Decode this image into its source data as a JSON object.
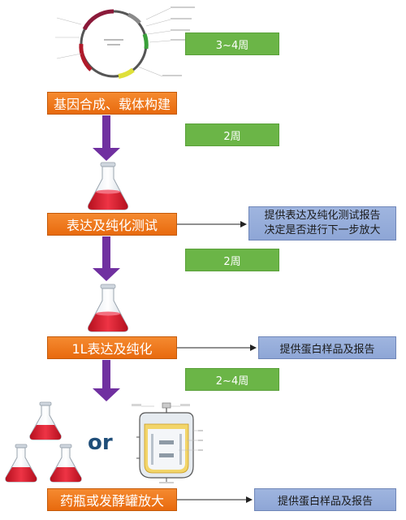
{
  "steps": {
    "gene_synthesis": "基因合成、载体构建",
    "expression_test": "表达及纯化测试",
    "one_liter": "1L表达及纯化",
    "scale_up": "药瓶或发酵罐放大"
  },
  "durations": {
    "d1": "3~4周",
    "d2": "2周",
    "d3": "2周",
    "d4": "2~4周"
  },
  "notes": {
    "report_line1": "提供表达及纯化测试报告",
    "report_line2": "决定是否进行下一步放大",
    "sample_report_1": "提供蛋白样品及报告",
    "sample_report_2": "提供蛋白样品及报告"
  },
  "or_label": "or",
  "colors": {
    "step": "#f07b1f",
    "duration": "#6bb547",
    "note": "#93aadb",
    "arrow": "#7030a0",
    "flask_liquid": "#e3283a"
  },
  "icons": [
    "plasmid-map-icon",
    "flask-icon",
    "bioreactor-icon"
  ]
}
